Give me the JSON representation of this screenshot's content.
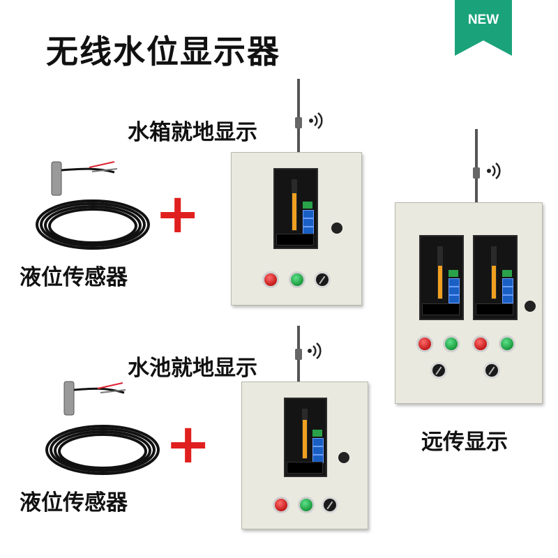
{
  "title": "无线水位显示器",
  "badge": "NEW",
  "labels": {
    "tank_local": "水箱就地显示",
    "pool_local": "水池就地显示",
    "sensor_1": "液位传感器",
    "sensor_2": "液位传感器",
    "remote": "远传显示"
  },
  "plus": "+",
  "colors": {
    "badge": "#1aa37a",
    "plus": "#e0201e",
    "cabinet": "#e9e9df"
  }
}
